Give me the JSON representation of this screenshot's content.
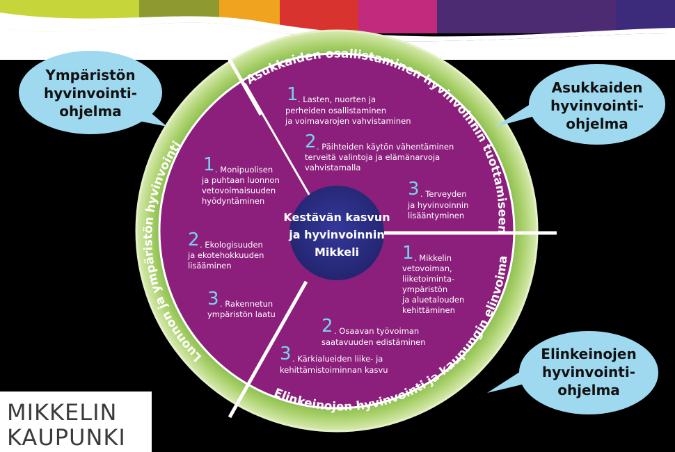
{
  "banner_colors": [
    "#c6d63a",
    "#8e9a2f",
    "#f0a31e",
    "#d9332f",
    "#c12a7d",
    "#4d2b73",
    "#3c2a7a"
  ],
  "colors": {
    "ring_green": "#8cbf4a",
    "ring_light": "#cfe39b",
    "segment_purple": "#8b1f7b",
    "center_blue": "#2c2f7d",
    "number_blue": "#7ad3ee",
    "bubble_blue": "#9fd9f0"
  },
  "center": {
    "line1": "Kestävän kasvun",
    "line2": "ja hyvinvoinnin",
    "line3": "Mikkeli"
  },
  "arc_titles": {
    "residents": "Asukkaiden osallistaminen hyvinvoinnin tuottamiseen",
    "environment": "Luonnon ja ympäristön hyvinvointi",
    "business": "Elinkeinojen hyvinvointi ja kaupungin elinvoima"
  },
  "bubbles": {
    "environment": {
      "line1": "Ympäristön",
      "line2": "hyvinvointi-",
      "line3": "ohjelma"
    },
    "residents": {
      "line1": "Asukkaiden",
      "line2": "hyvinvointi-",
      "line3": "ohjelma"
    },
    "business": {
      "line1": "Elinkeinojen",
      "line2": "hyvinvointi-",
      "line3": "ohjelma"
    }
  },
  "residents_items": [
    {
      "num": "1",
      "lines": [
        ". Lasten, nuorten ja",
        "perheiden osallistaminen",
        "ja voimavarojen vahvistaminen"
      ]
    },
    {
      "num": "2",
      "lines": [
        ". Päihteiden käytön vähentäminen",
        "terveitä valintoja ja elämänarvoja",
        "vahvistamalla"
      ]
    },
    {
      "num": "3",
      "lines": [
        ". Terveyden",
        "ja hyvinvoinnin",
        "lisääntyminen"
      ]
    }
  ],
  "environment_items": [
    {
      "num": "1",
      "lines": [
        ". Monipuolisen",
        "ja puhtaan luonnon",
        "vetovoimaisuuden",
        "hyödyntäminen"
      ]
    },
    {
      "num": "2",
      "lines": [
        ". Ekologisuuden",
        "ja ekotehokkuuden",
        "lisääminen"
      ]
    },
    {
      "num": "3",
      "lines": [
        ". Rakennetun",
        "ympäristön laatu"
      ]
    }
  ],
  "business_items": [
    {
      "num": "1",
      "lines": [
        ". Mikkelin",
        "vetovoiman,",
        "liiketoiminta-",
        "ympäristön",
        "ja aluetalouden",
        "kehittäminen"
      ]
    },
    {
      "num": "2",
      "lines": [
        ". Osaavan työvoiman",
        "saatavuuden edistäminen"
      ]
    },
    {
      "num": "3",
      "lines": [
        ". Kärkialueiden liike- ja",
        "kehittämistoiminnan kasvu"
      ]
    }
  ],
  "logo": {
    "line1": "MIKKELIN",
    "line2": "KAUPUNKI"
  }
}
